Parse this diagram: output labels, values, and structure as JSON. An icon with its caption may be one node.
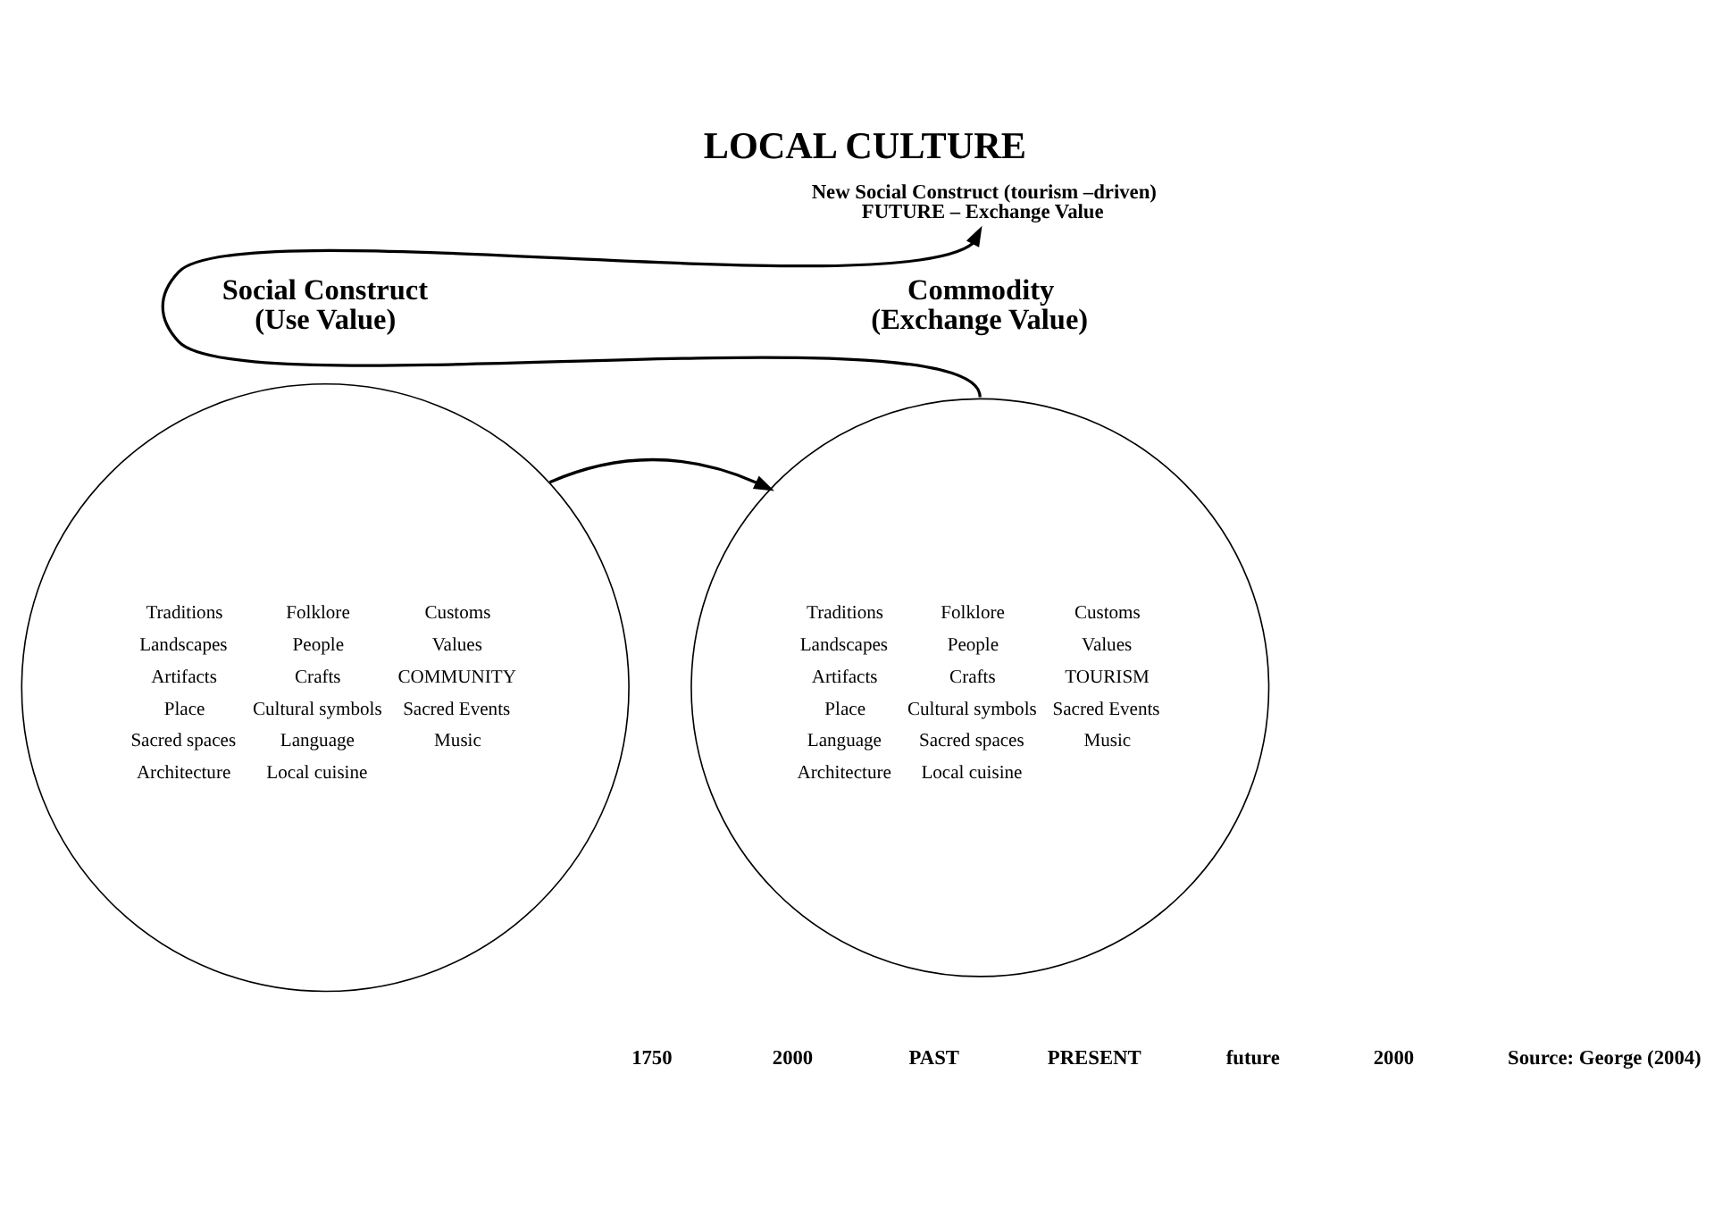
{
  "diagram": {
    "title": "LOCAL CULTURE",
    "nodes": [
      {
        "text": [
          "Traditions",
          "Folklore",
          "Customs",
          "Landscapes",
          "People",
          "Values",
          "Artifacts",
          "Crafts",
          "COMMUNITY",
          "Place",
          "Cultural symbols",
          "Sacred Events",
          "Sacred spaces",
          "Language",
          "Music",
          "Architecture",
          "Local cuisine"
        ],
        "beside": [
          "Social Construct",
          "(Use Value)"
        ]
      },
      {
        "text": [
          "Traditions",
          "Folklore",
          "Customs",
          "Landscapes",
          "People",
          "Values",
          "Artifacts",
          "Crafts",
          "TOURISM",
          "Place",
          "Cultural symbols",
          "Sacred Events",
          "Language",
          "Sacred spaces",
          "Music",
          "Architecture",
          "Local cuisine"
        ],
        "beside": [
          "Commodity",
          "(Exchange Value)"
        ]
      },
      {
        "text": [
          "New Social Construct (tourism –driven)",
          "FUTURE – Exchange Value"
        ]
      }
    ],
    "edges": [
      {
        "from": 0,
        "to": 1,
        "arrow": "to"
      },
      {
        "from": 1,
        "to": 2,
        "arrow": "to"
      }
    ],
    "labels": [
      "1750",
      "2000",
      "PAST",
      "PRESENT",
      "future",
      "2000",
      "Source: George (2004)"
    ]
  }
}
